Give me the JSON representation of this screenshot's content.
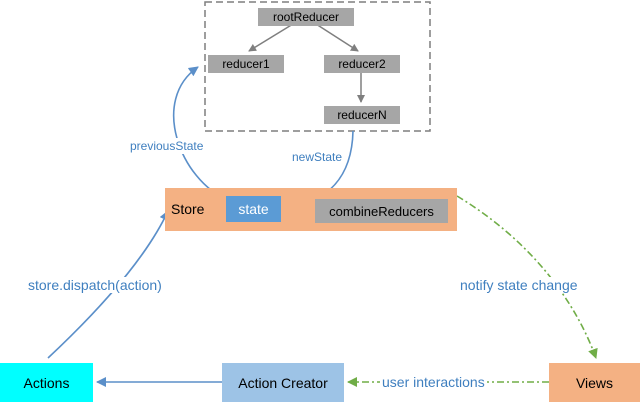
{
  "reducer_tree": {
    "root": "rootReducer",
    "children": [
      "reducer1",
      "reducer2"
    ],
    "grandchild": "reducerN"
  },
  "store": {
    "label": "Store",
    "state": "state",
    "combine": "combineReducers"
  },
  "actions": "Actions",
  "action_creator": "Action Creator",
  "views": "Views",
  "edges": {
    "previous_state": "previousState",
    "new_state": "newState",
    "dispatch": "store.dispatch(action)",
    "notify": "notify state change",
    "user_interactions": "user interactions"
  },
  "colors": {
    "store_fill": "#f4b183",
    "state_fill": "#5b9bd5",
    "node_grey": "#a6a6a6",
    "actions_fill": "#00ffff",
    "action_creator_fill": "#9dc3e6",
    "views_fill": "#f4b183",
    "arrow_blue": "#5b8fc9",
    "arrow_green": "#70ad47",
    "label_text": "#3f7fbf"
  }
}
